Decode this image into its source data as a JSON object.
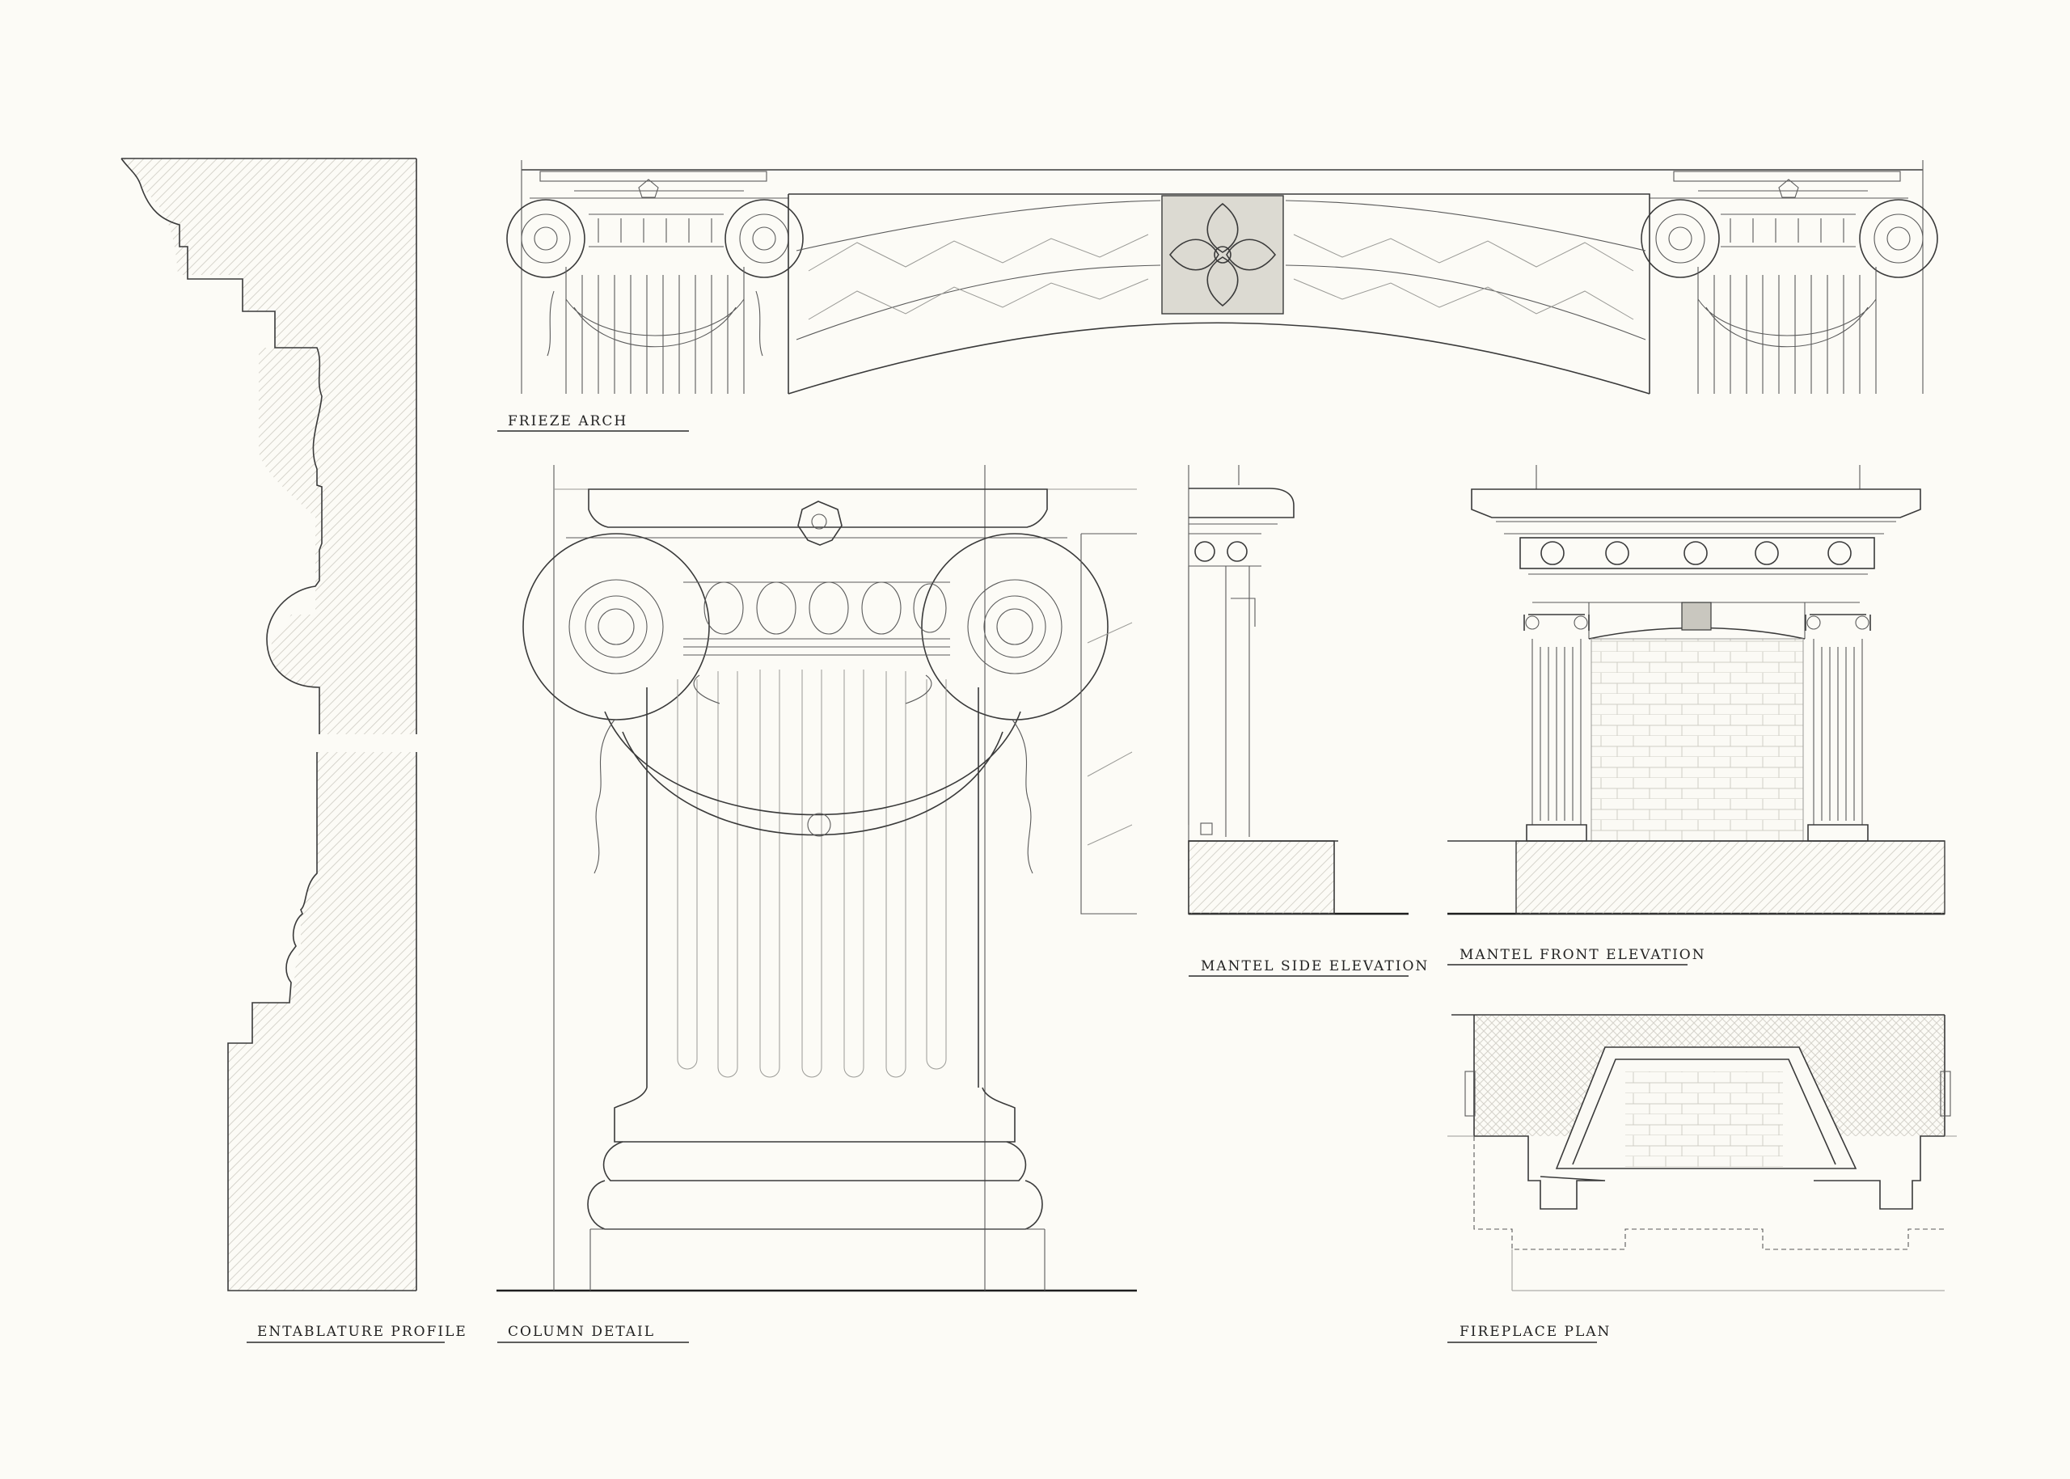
{
  "labels": {
    "frieze_arch": "FRIEZE   ARCH",
    "entablature_profile": "ENTABLATURE   PROFILE",
    "column_detail": "COLUMN   DETAIL",
    "mantel_side_elevation": "MANTEL   SIDE   ELEVATION",
    "mantel_front_elevation": "MANTEL   FRONT   ELEVATION",
    "fireplace_plan": "FIREPLACE   PLAN"
  },
  "colors": {
    "paper": "#fcfbf6",
    "ink": "#3a3a3a",
    "hatch": "#d9d7cf",
    "tile": "#c9c7bf"
  }
}
